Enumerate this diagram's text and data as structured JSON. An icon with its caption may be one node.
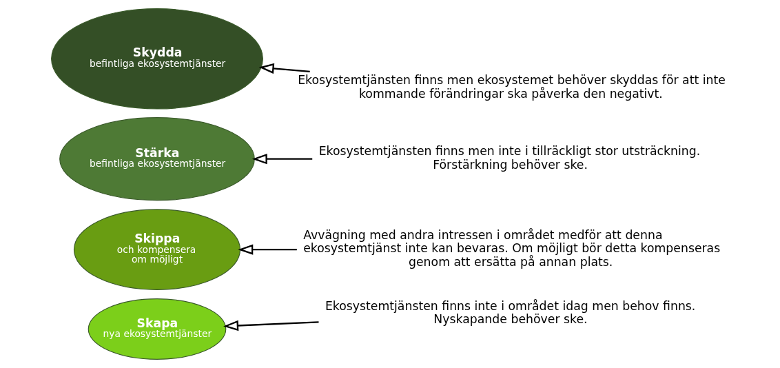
{
  "diagram": {
    "nodes": [
      {
        "text": [
          "Skydda",
          "befintliga ekosystemtjänster"
        ]
      },
      {
        "text": [
          "Stärka",
          "befintliga ekosystemtjänster"
        ]
      },
      {
        "text": [
          "Skippa",
          "och kompensera om möjligt"
        ]
      },
      {
        "text": [
          "Skapa",
          "nya ekosystemtjänster"
        ]
      },
      {
        "text": [
          "Ekosystemtjänsten finns men ekosystemet behöver skyddas för att inte kommande förändringar ska påverka den negativt."
        ]
      },
      {
        "text": [
          "Ekosystemtjänsten finns men inte i tillräckligt stor utsträckning. Förstärkning behöver ske."
        ]
      },
      {
        "text": [
          "Avvägning med andra intressen i området medför att denna ekosystemtjänst inte kan bevaras. Om möjligt bör detta kompenseras genom att ersätta på annan plats."
        ]
      },
      {
        "text": [
          "Ekosystemtjänsten finns inte i området idag men behov finns. Nyskapande behöver ske."
        ]
      }
    ],
    "edges": [
      {
        "from": 4,
        "to": 0,
        "arrow": "to"
      },
      {
        "from": 5,
        "to": 1,
        "arrow": "to"
      },
      {
        "from": 6,
        "to": 2,
        "arrow": "to"
      },
      {
        "from": 7,
        "to": 3,
        "arrow": "to"
      }
    ]
  }
}
